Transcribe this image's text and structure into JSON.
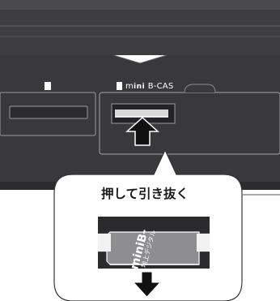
{
  "slot": {
    "label_prefix": "m",
    "label_mini": "ini",
    "label_suffix": " B-CAS"
  },
  "callout": {
    "instruction": "押して引き抜く"
  },
  "card": {
    "brand": "miniB-",
    "sub": "地上デジタル"
  },
  "colors": {
    "device_body": "#3c3c3e",
    "device_dark": "#2a2a2c",
    "panel_line": "#a8a8aa",
    "callout_border": "#333333",
    "card_color": "#8e8e90",
    "arrow": "#111111"
  }
}
